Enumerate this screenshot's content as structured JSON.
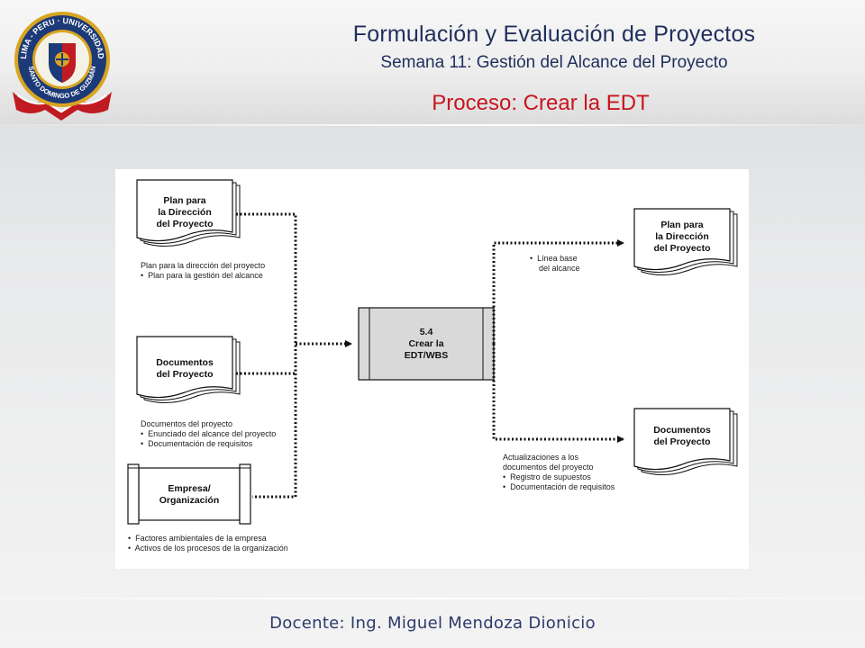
{
  "header": {
    "title": "Formulación y Evaluación de Proyectos",
    "subtitle": "Semana 11: Gestión del Alcance del Proyecto",
    "process_title": "Proceso: Crear la EDT"
  },
  "logo": {
    "text": "LIMA - PERU · UNIVERSIDAD · SANTO DOMINGO DE GUZMÁN",
    "colors": {
      "ring": "#1d3a78",
      "gold": "#d9a520",
      "red": "#c01b22"
    }
  },
  "diagram": {
    "inputs": [
      {
        "title": "Plan para\nla Dirección\ndel Proyecto",
        "notes": "Plan para la dirección del proyecto\n•  Plan para la gestión del alcance"
      },
      {
        "title": "Documentos\ndel Proyecto",
        "notes": "Documentos del proyecto\n•  Enunciado del alcance del proyecto\n•  Documentación de requisitos"
      },
      {
        "title": "Empresa/\nOrganización",
        "notes": "•  Factores ambientales de la empresa\n•  Activos de los procesos de la organización"
      }
    ],
    "process": {
      "label": "5.4\nCrear la\nEDT/WBS"
    },
    "outputs": [
      {
        "title": "Plan para\nla Dirección\ndel Proyecto",
        "notes": "•  Línea base\n    del alcance"
      },
      {
        "title": "Documentos\ndel Proyecto",
        "notes": "Actualizaciones a los\ndocumentos del proyecto\n•  Registro de supuestos\n•  Documentación de requisitos"
      }
    ]
  },
  "footer": {
    "instructor": "Docente: Ing. Miguel Mendoza Dionicio"
  },
  "colors": {
    "title": "#1f2f5c",
    "accent_red": "#c8151d",
    "process_fill": "#d9d9d9"
  }
}
